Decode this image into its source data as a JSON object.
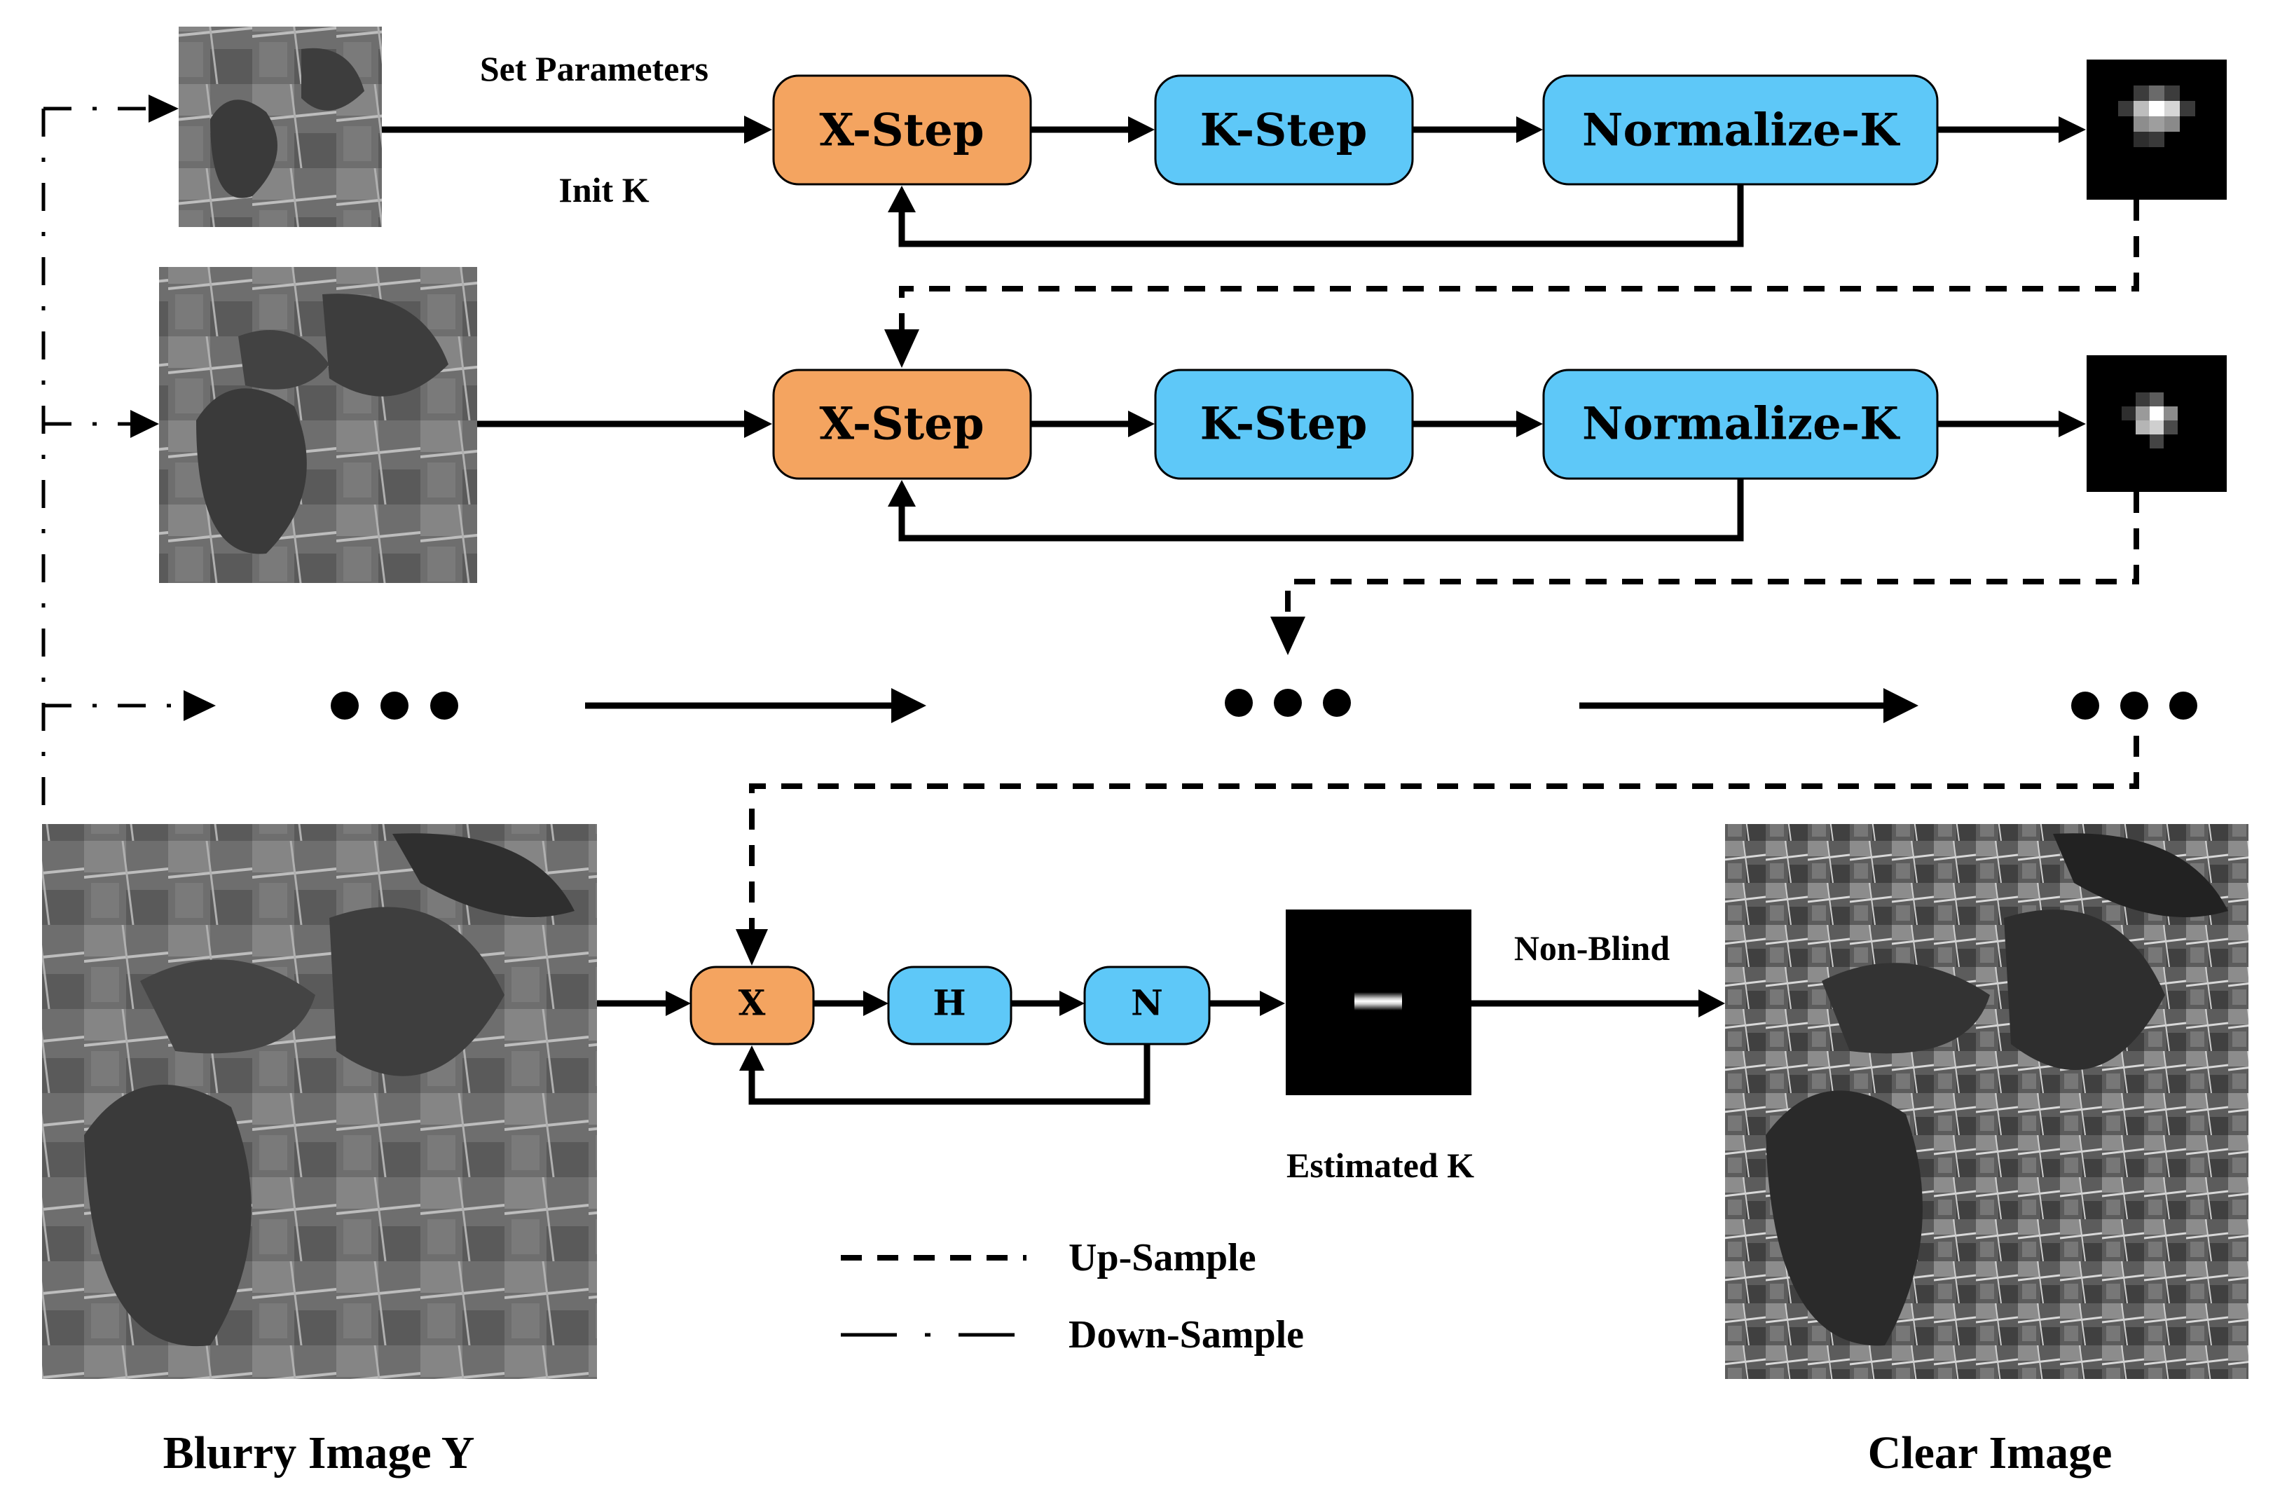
{
  "colors": {
    "x_step": "#f4a460",
    "k_step": "#5ec8f8",
    "normalize": "#5ec8f8",
    "stroke": "#000000",
    "kernel_bg": "#000000"
  },
  "row1": {
    "set_parameters": "Set Parameters",
    "init_k": "Init K",
    "x_step": "X-Step",
    "k_step": "K-Step",
    "normalize": "Normalize-K"
  },
  "row2": {
    "x_step": "X-Step",
    "k_step": "K-Step",
    "normalize": "Normalize-K"
  },
  "row4": {
    "x": "X",
    "h": "H",
    "n": "N",
    "estimated_k": "Estimated K",
    "non_blind": "Non-Blind"
  },
  "legend": {
    "up_sample": "Up-Sample",
    "down_sample": "Down-Sample"
  },
  "captions": {
    "blurry": "Blurry Image Y",
    "clear": "Clear Image"
  }
}
